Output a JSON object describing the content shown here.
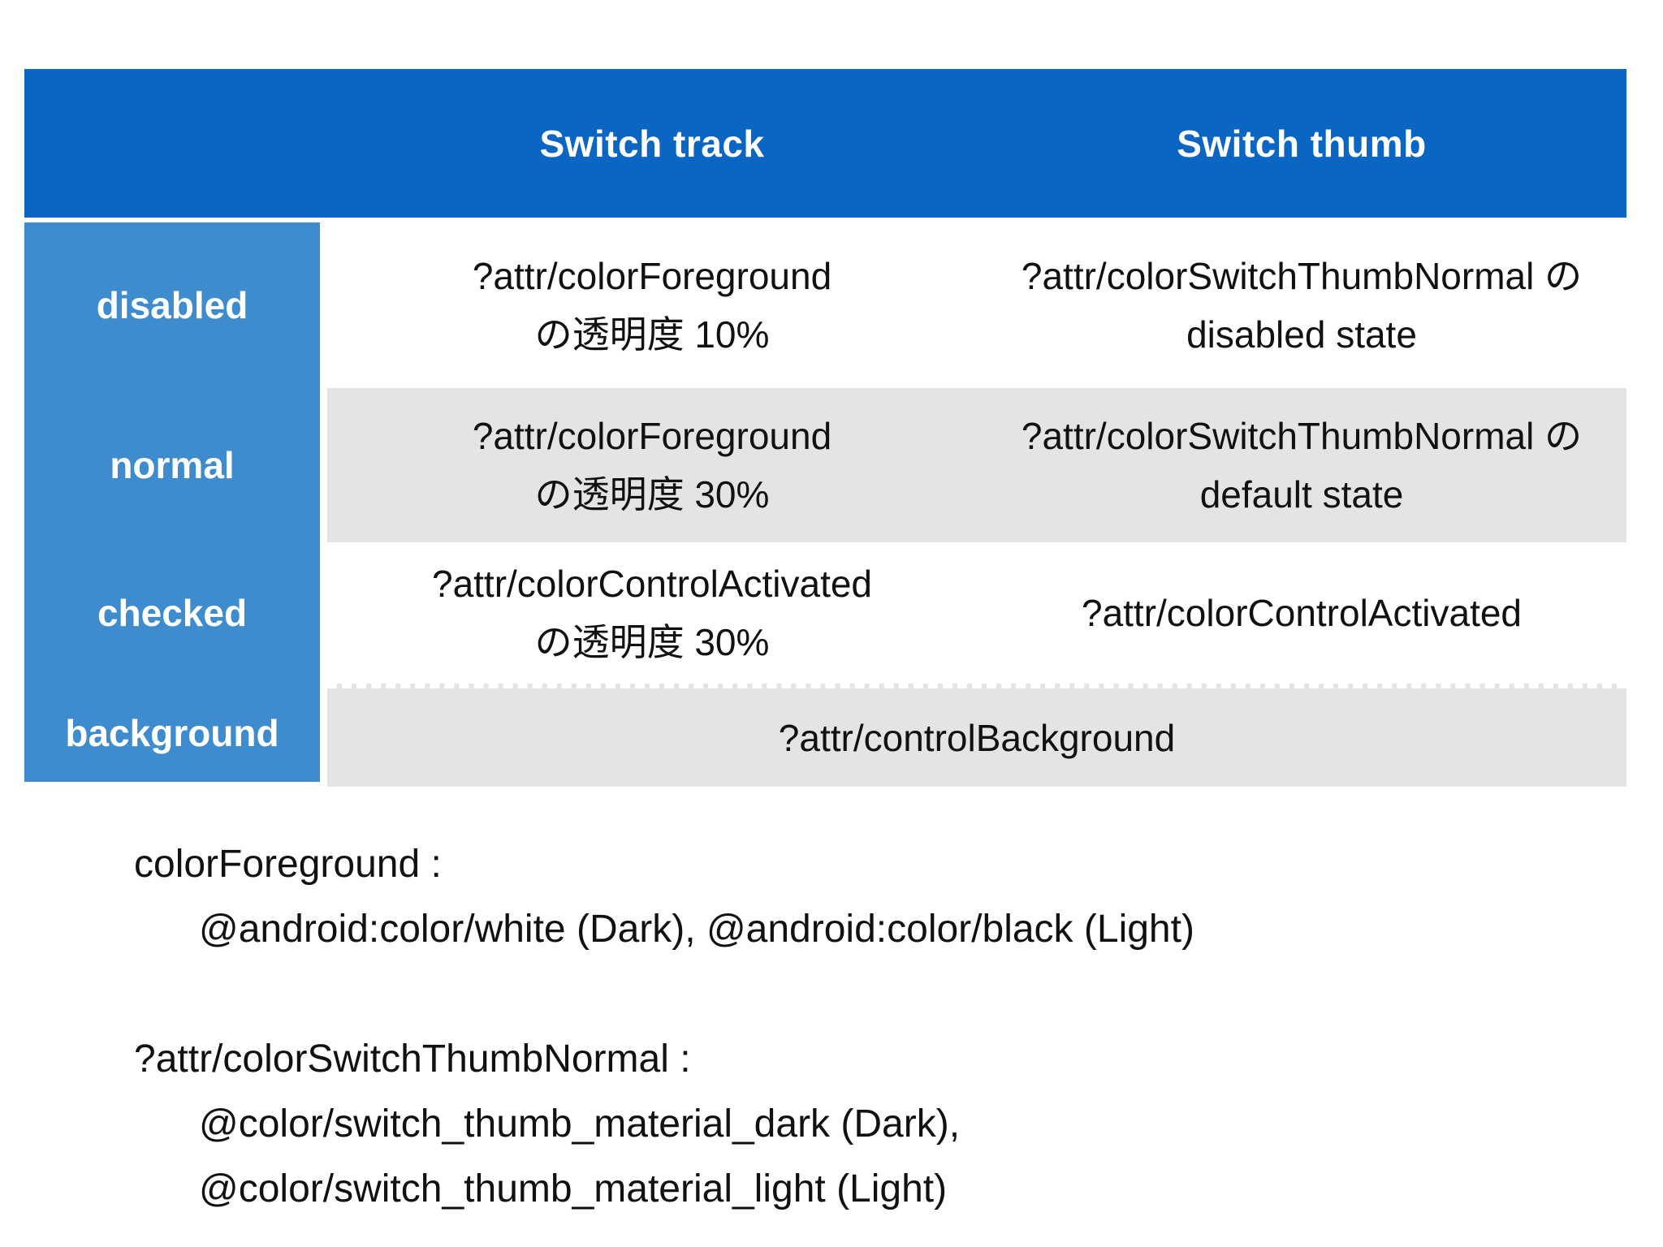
{
  "table": {
    "header": {
      "track": "Switch track",
      "thumb": "Switch thumb"
    },
    "rows": [
      {
        "label": "disabled",
        "track_line1": "?attr/colorForeground",
        "track_line2": "の透明度 10%",
        "thumb_line1": "?attr/colorSwitchThumbNormal の",
        "thumb_line2": "disabled state"
      },
      {
        "label": "normal",
        "track_line1": "?attr/colorForeground",
        "track_line2": "の透明度 30%",
        "thumb_line1": "?attr/colorSwitchThumbNormal の",
        "thumb_line2": "default state"
      },
      {
        "label": "checked",
        "track_line1": "?attr/colorControlActivated",
        "track_line2": "の透明度 30%",
        "thumb_line1": "?attr/colorControlActivated"
      },
      {
        "label": "background",
        "span": "?attr/controlBackground"
      }
    ]
  },
  "notes": {
    "block1": {
      "term": "colorForeground :",
      "line1": "@android:color/white (Dark), @android:color/black (Light)"
    },
    "block2": {
      "term": "?attr/colorSwitchThumbNormal :",
      "line1": "@color/switch_thumb_material_dark (Dark),",
      "line2": "@color/switch_thumb_material_light (Light)"
    }
  },
  "colors": {
    "header_bg": "#0A66C2",
    "label_bg": "#3E8CCD",
    "stripe_bg": "#E3E4E6",
    "header_text": "#FFFFFF",
    "text": "#111111"
  }
}
